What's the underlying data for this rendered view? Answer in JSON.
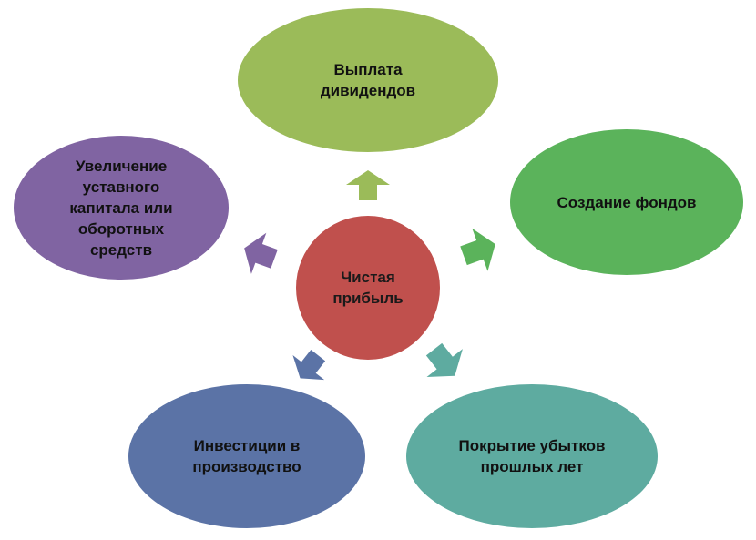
{
  "center": {
    "label": "Чистая\nприбыль",
    "color": "#c0504d"
  },
  "nodes": [
    {
      "id": "dividends",
      "label": "Выплата\nдивидендов",
      "color": "#9bbb59"
    },
    {
      "id": "funds",
      "label": "Создание фондов",
      "color": "#5bb35b"
    },
    {
      "id": "losses",
      "label": "Покрытие убытков\nпрошлых лет",
      "color": "#5eaba0"
    },
    {
      "id": "investments",
      "label": "Инвестиции в\nпроизводство",
      "color": "#5b73a6"
    },
    {
      "id": "capital",
      "label": "Увеличение\nуставного\nкапитала или\nоборотных\nсредств",
      "color": "#8064a2"
    }
  ]
}
